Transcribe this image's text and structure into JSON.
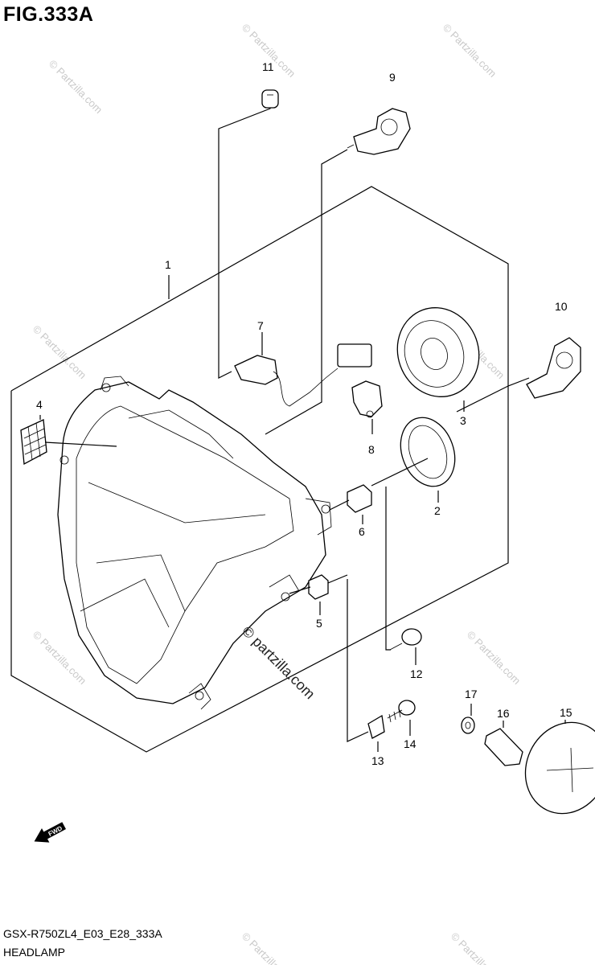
{
  "figure": {
    "title": "FIG.333A",
    "code": "GSX-R750ZL4_E03_E28_333A",
    "name": "HEADLAMP"
  },
  "watermark": {
    "text": "© Partzilla.com",
    "center_text": "© partzilla.com"
  },
  "fwd_label": "FWD",
  "callouts": [
    {
      "id": "callout-1",
      "label": "1"
    },
    {
      "id": "callout-2",
      "label": "2"
    },
    {
      "id": "callout-3",
      "label": "3"
    },
    {
      "id": "callout-4",
      "label": "4"
    },
    {
      "id": "callout-5",
      "label": "5"
    },
    {
      "id": "callout-6",
      "label": "6"
    },
    {
      "id": "callout-7",
      "label": "7"
    },
    {
      "id": "callout-8",
      "label": "8"
    },
    {
      "id": "callout-9",
      "label": "9"
    },
    {
      "id": "callout-10",
      "label": "10"
    },
    {
      "id": "callout-11",
      "label": "11"
    },
    {
      "id": "callout-12",
      "label": "12"
    },
    {
      "id": "callout-13",
      "label": "13"
    },
    {
      "id": "callout-14",
      "label": "14"
    },
    {
      "id": "callout-15",
      "label": "15"
    },
    {
      "id": "callout-16",
      "label": "16"
    },
    {
      "id": "callout-17",
      "label": "17"
    }
  ]
}
